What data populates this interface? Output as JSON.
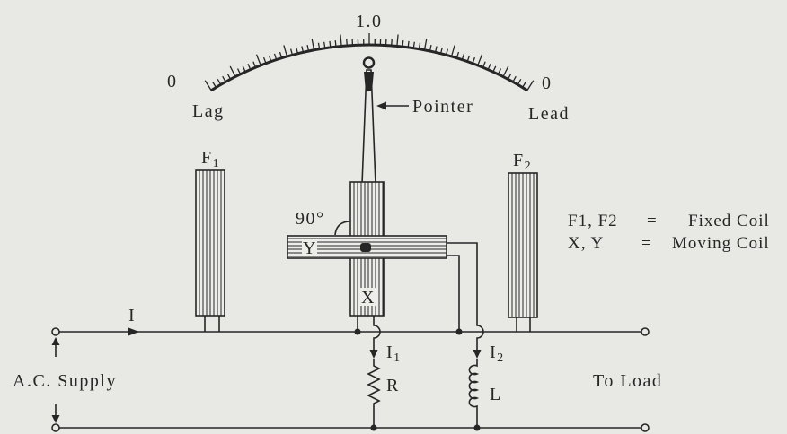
{
  "colors": {
    "background": "#e8e8e5",
    "ink": "#262626"
  },
  "scale": {
    "max_label": "1.0",
    "left_zero": "0",
    "right_zero": "0",
    "lag_label": "Lag",
    "lead_label": "Lead",
    "pointer_label": "Pointer"
  },
  "coils": {
    "f1": {
      "letter": "F",
      "sub": "1"
    },
    "f2": {
      "letter": "F",
      "sub": "2"
    },
    "x_label": "X",
    "y_label": "Y",
    "angle_label": "90°"
  },
  "legend": [
    {
      "symbols": "F1, F2",
      "sign": "=",
      "meaning": "Fixed Coil"
    },
    {
      "symbols": "X, Y",
      "sign": "=",
      "meaning": "Moving Coil"
    }
  ],
  "circuit": {
    "line_current": "I",
    "i1": {
      "letter": "I",
      "sub": "1"
    },
    "i2": {
      "letter": "I",
      "sub": "2"
    },
    "resistor_label": "R",
    "inductor_label": "L",
    "supply_label": "A.C. Supply",
    "load_label": "To Load"
  }
}
